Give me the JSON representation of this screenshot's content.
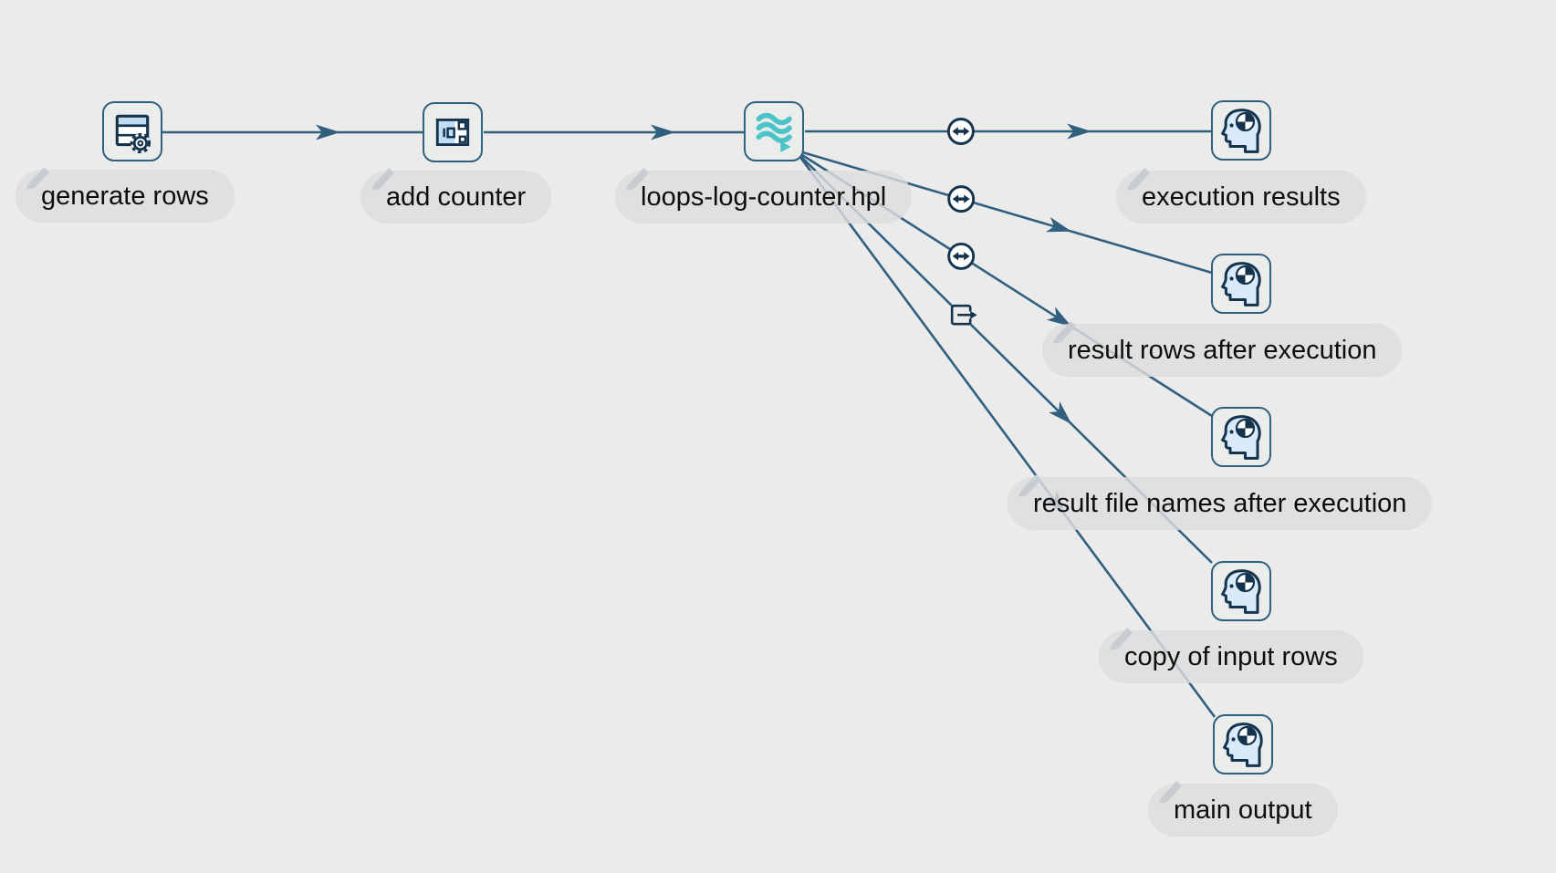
{
  "diagram": {
    "kind": "pipeline-graph",
    "background_color": "#ebebeb",
    "wire_color": "#31607f",
    "accent_teal": "#4cc3c6",
    "icon_navy": "#14344e",
    "icon_light_blue": "#d9eafa",
    "label_pill_color": "#dddddd",
    "label_text_color": "#0d0d0d"
  },
  "nodes": [
    {
      "id": "generate-rows",
      "label": "generate rows",
      "icon": "table-gear-icon"
    },
    {
      "id": "add-counter",
      "label": "add counter",
      "icon": "counter-io-icon"
    },
    {
      "id": "loops-log-counter",
      "label": "loops-log-counter.hpl",
      "icon": "pipeline-waves-icon"
    },
    {
      "id": "execution-results",
      "label": "execution results",
      "icon": "dummy-head-icon"
    },
    {
      "id": "result-rows-after-execution",
      "label": "result rows after execution",
      "icon": "dummy-head-icon"
    },
    {
      "id": "result-file-names-after-execution",
      "label": "result file names after execution",
      "icon": "dummy-head-icon"
    },
    {
      "id": "copy-of-input-rows",
      "label": "copy of input rows",
      "icon": "dummy-head-icon"
    },
    {
      "id": "main-output",
      "label": "main output",
      "icon": "dummy-head-icon"
    }
  ],
  "hops": [
    {
      "from": "generate rows",
      "to": "add counter",
      "marker": "arrow"
    },
    {
      "from": "add counter",
      "to": "loops-log-counter.hpl",
      "marker": "arrow"
    },
    {
      "from": "loops-log-counter.hpl",
      "to": "execution results",
      "marker": "copy-rows-icon"
    },
    {
      "from": "loops-log-counter.hpl",
      "to": "result rows after execution",
      "marker": "copy-rows-icon"
    },
    {
      "from": "loops-log-counter.hpl",
      "to": "result file names after execution",
      "marker": "copy-rows-icon"
    },
    {
      "from": "loops-log-counter.hpl",
      "to": "copy of input rows",
      "marker": "output-target-icon"
    },
    {
      "from": "loops-log-counter.hpl",
      "to": "main output",
      "marker": "none"
    }
  ]
}
